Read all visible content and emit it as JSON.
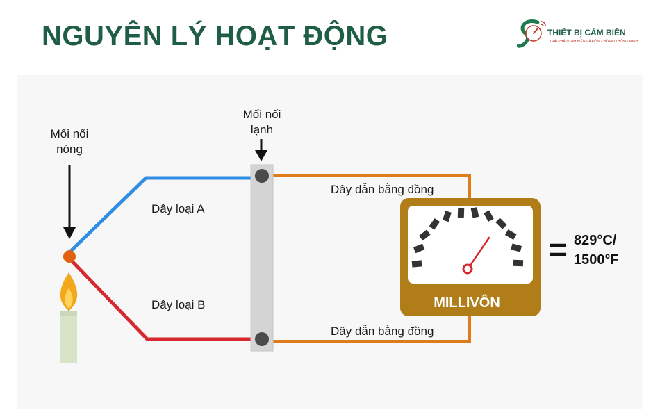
{
  "title": "NGUYÊN LÝ HOẠT ĐỘNG",
  "brand": {
    "name": "THIẾT BỊ CẢM BIẾN",
    "tagline": "GIẢI PHÁP CẢM BIẾN VÀ ĐỒNG HỒ ĐO THÔNG MINH"
  },
  "labels": {
    "hot_junction": "Mối nối nóng",
    "cold_junction": "Mối nối lạnh",
    "wire_a": "Dây loại A",
    "wire_b": "Dây loại B",
    "copper_top": "Dây dẫn bằng đồng",
    "copper_bottom": "Dây dẫn bằng đồng",
    "meter": "MILLIVÔN",
    "equals": "=",
    "reading_c": "829°C/",
    "reading_f": "1500°F"
  },
  "colors": {
    "title": "#1f5e45",
    "wire_a": "#2f8de4",
    "wire_b": "#d7282f",
    "copper": "#e07b1a",
    "meter_body": "#b07d18",
    "hot_junction": "#e06010",
    "block": "#d4d4d4",
    "needle": "#d7282f"
  },
  "icons": {
    "logo": "speedometer-logo-icon",
    "candle": "candle-icon",
    "arrows": "arrow-down-icon",
    "meter": "millivolt-meter-icon"
  }
}
